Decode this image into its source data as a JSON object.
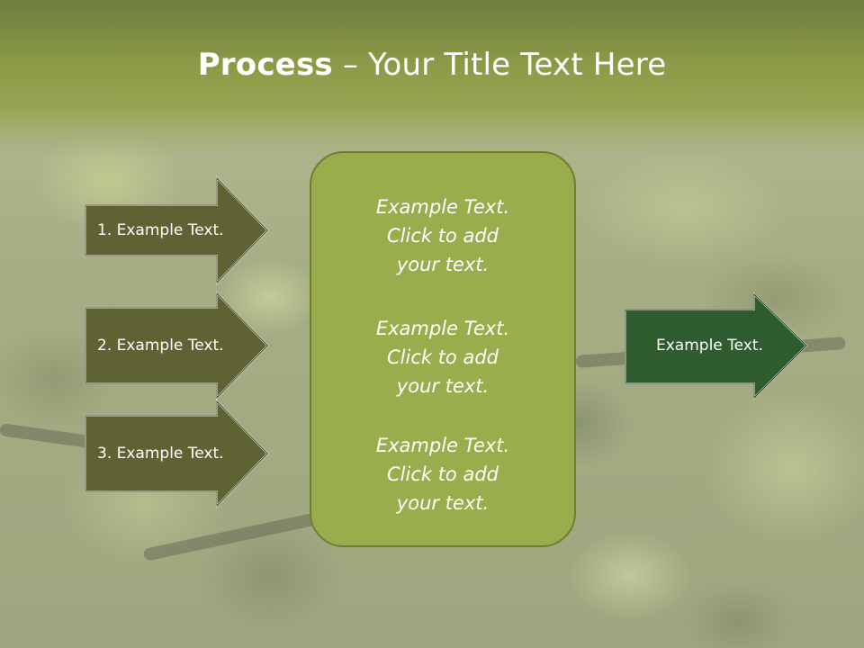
{
  "slide": {
    "title_bold": "Process",
    "title_rest": " – Your Title Text Here"
  },
  "left_steps": [
    {
      "label": "1. Example Text."
    },
    {
      "label": "2. Example Text."
    },
    {
      "label": "3. Example Text."
    }
  ],
  "center_box": {
    "blocks": [
      {
        "line1": "Example Text.",
        "line2": "Click  to add",
        "line3": "your text."
      },
      {
        "line1": "Example Text.",
        "line2": "Click  to add",
        "line3": "your text."
      },
      {
        "line1": "Example Text.",
        "line2": "Click  to add",
        "line3": "your text."
      }
    ]
  },
  "right_arrow": {
    "label": "Example Text."
  },
  "colors": {
    "title_band": "#8a9a46",
    "left_arrow_fill": "#5f6233",
    "center_box_fill": "#9aad4d",
    "right_arrow_fill": "#2e5c2f"
  }
}
